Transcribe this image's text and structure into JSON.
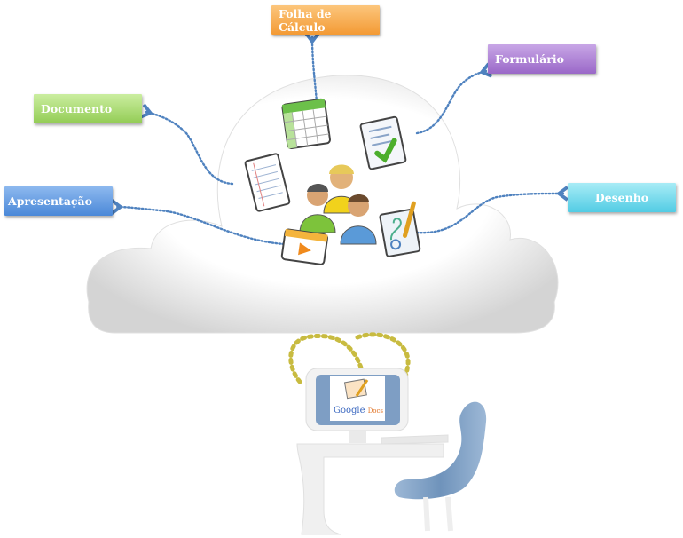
{
  "diagram": {
    "center_label": "Google Docs",
    "nodes": [
      {
        "id": "spreadsheet",
        "label": "Folha de Cálculo",
        "color": "#f5a344"
      },
      {
        "id": "form",
        "label": "Formulário",
        "color": "#a577d0"
      },
      {
        "id": "document",
        "label": "Documento",
        "color": "#9fd463"
      },
      {
        "id": "presentation",
        "label": "Apresentação",
        "color": "#5893dc"
      },
      {
        "id": "drawing",
        "label": "Desenho",
        "color": "#5fd0e6"
      }
    ],
    "logo": {
      "google": "Google",
      "docs": "Docs"
    }
  }
}
